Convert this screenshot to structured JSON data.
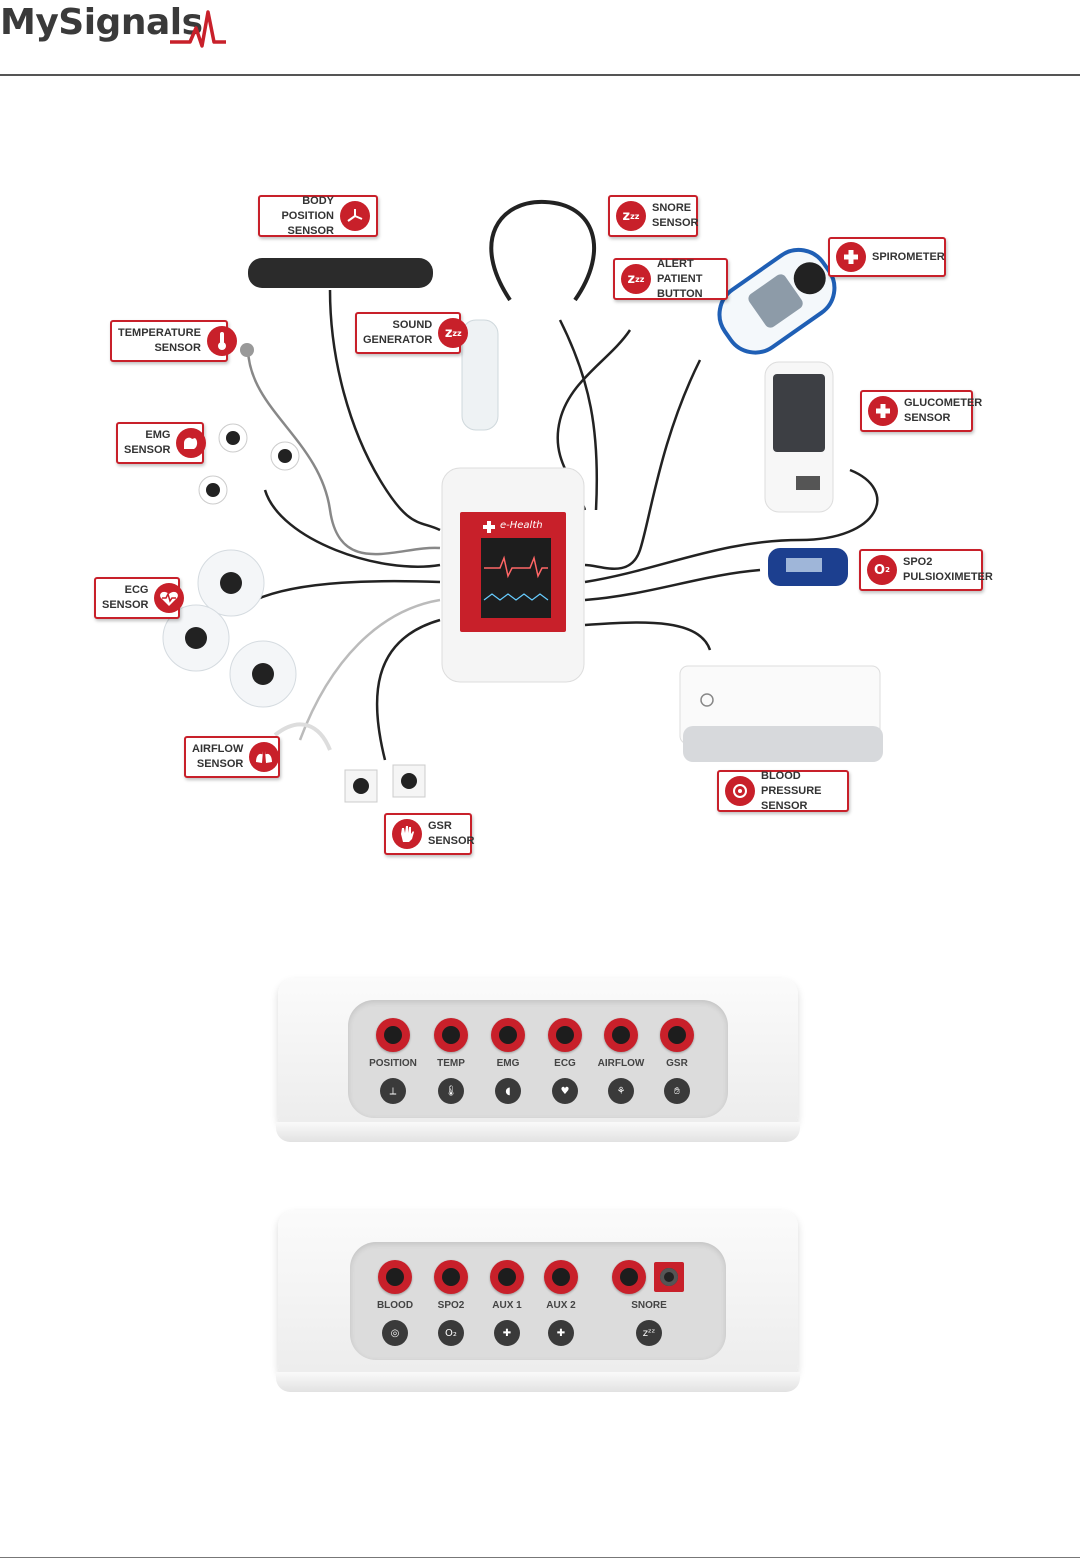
{
  "logo": {
    "text": "MySignals"
  },
  "diagram": {
    "device_brand": "e-Health",
    "labels": {
      "body_position": [
        "BODY POSITION",
        "SENSOR"
      ],
      "snore": [
        "SNORE",
        "SENSOR"
      ],
      "alert": [
        "ALERT PATIENT",
        "BUTTON"
      ],
      "spirometer": [
        "SPIROMETER"
      ],
      "temperature": [
        "TEMPERATURE",
        "SENSOR"
      ],
      "sound": [
        "SOUND",
        "GENERATOR"
      ],
      "glucometer": [
        "GLUCOMETER",
        "SENSOR"
      ],
      "emg": [
        "EMG",
        "SENSOR"
      ],
      "ecg": [
        "ECG",
        "SENSOR"
      ],
      "spo2": [
        "SPO2",
        "PULSIOXIMETER"
      ],
      "airflow": [
        "AIRFLOW",
        "SENSOR"
      ],
      "blood_pressure": [
        "BLOOD PRESSURE",
        "SENSOR"
      ],
      "gsr": [
        "GSR",
        "SENSOR"
      ]
    }
  },
  "front_panel": {
    "ports": [
      "POSITION",
      "TEMP",
      "EMG",
      "ECG",
      "AIRFLOW",
      "GSR"
    ]
  },
  "back_panel": {
    "ports": [
      "BLOOD",
      "SPO2",
      "AUX 1",
      "AUX 2",
      "SNORE"
    ]
  },
  "colors": {
    "accent": "#c8202a",
    "text": "#333333"
  }
}
